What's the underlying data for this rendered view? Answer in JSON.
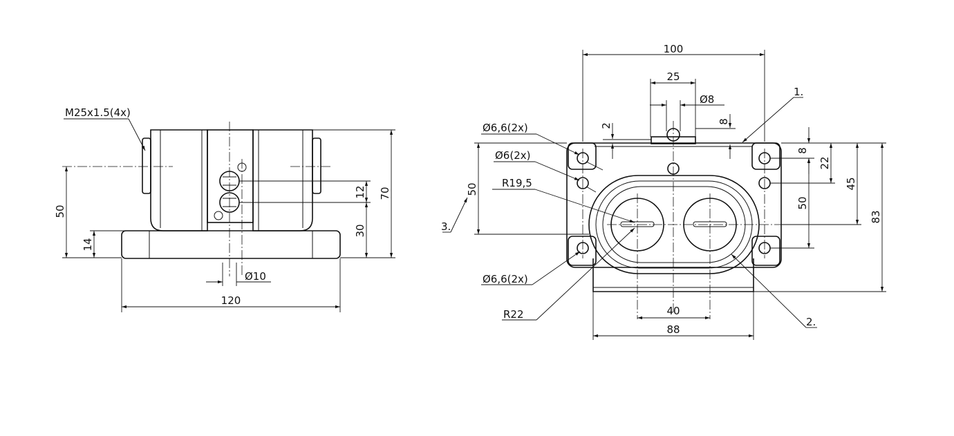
{
  "side_view": {
    "thread_callout": "M25x1.5(4x)",
    "dim_height_total": "70",
    "dim_height_50": "50",
    "dim_height_30": "30",
    "dim_height_14": "14",
    "dim_spacing_12": "12",
    "dim_dia_10": "Ø10",
    "dim_width_120": "120"
  },
  "front_view": {
    "dim_width_100": "100",
    "dim_25": "25",
    "dim_dia_8": "Ø8",
    "dim_2": "2",
    "dim_8_top": "8",
    "dim_8_right": "8",
    "dim_22": "22",
    "dim_45": "45",
    "dim_50_right": "50",
    "dim_83": "83",
    "dim_50_left": "50",
    "dim_40": "40",
    "dim_88": "88",
    "callout_hole_top": "Ø6,6(2x)",
    "callout_hole_6": "Ø6(2x)",
    "callout_radius_19": "R19,5",
    "callout_hole_bottom": "Ø6,6(2x)",
    "callout_radius_22": "R22",
    "item_1": "1.",
    "item_2": "2.",
    "item_3": "3."
  }
}
